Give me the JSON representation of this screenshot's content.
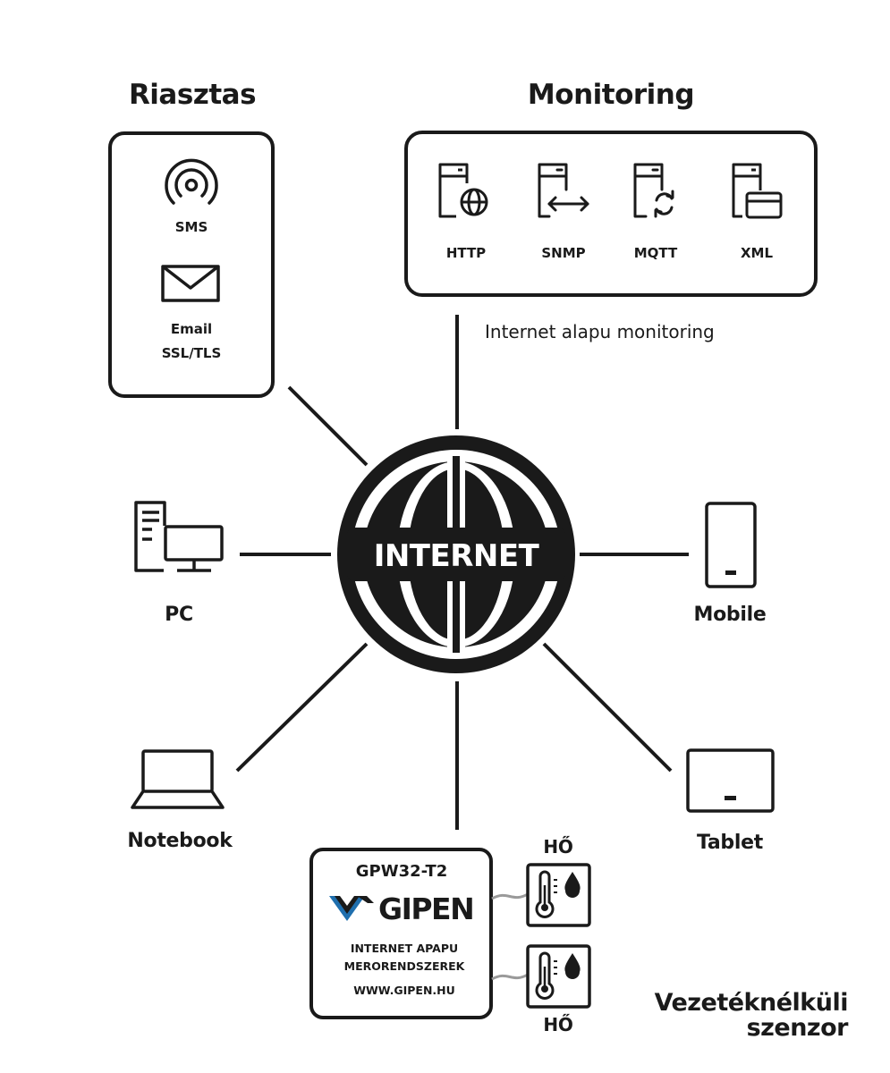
{
  "riasztas": {
    "title": "Riasztas",
    "sms_label": "SMS",
    "email_label": "Email",
    "email_sub": "SSL/TLS",
    "icons": [
      "broadcast-icon",
      "envelope-icon"
    ]
  },
  "monitoring": {
    "title": "Monitoring",
    "protocols": [
      "HTTP",
      "SNMP",
      "MQTT",
      "XML"
    ],
    "icons": [
      "server-globe-icon",
      "server-arrows-icon",
      "server-refresh-icon",
      "server-window-icon"
    ],
    "caption": "Internet alapu monitoring"
  },
  "hub": {
    "label": "INTERNET",
    "icon": "globe-icon"
  },
  "clients": {
    "pc": "PC",
    "mobile": "Mobile",
    "notebook": "Notebook",
    "tablet": "Tablet"
  },
  "device": {
    "model": "GPW32-T2",
    "brand": "GIPEN",
    "line1": "INTERNET APAPU",
    "line2": "MERORENDSZEREK",
    "url": "WWW.GIPEN.HU"
  },
  "sensors": {
    "top_label": "HŐ",
    "bottom_label": "HŐ",
    "title_line1": "Vezetéknélküli",
    "title_line2": "szenzor",
    "icons": [
      "thermometer-drop-icon",
      "thermometer-drop-icon"
    ]
  },
  "colors": {
    "ink": "#1a1a1a",
    "brand_blue": "#1f6fae",
    "wire_gray": "#9a9a9a"
  }
}
